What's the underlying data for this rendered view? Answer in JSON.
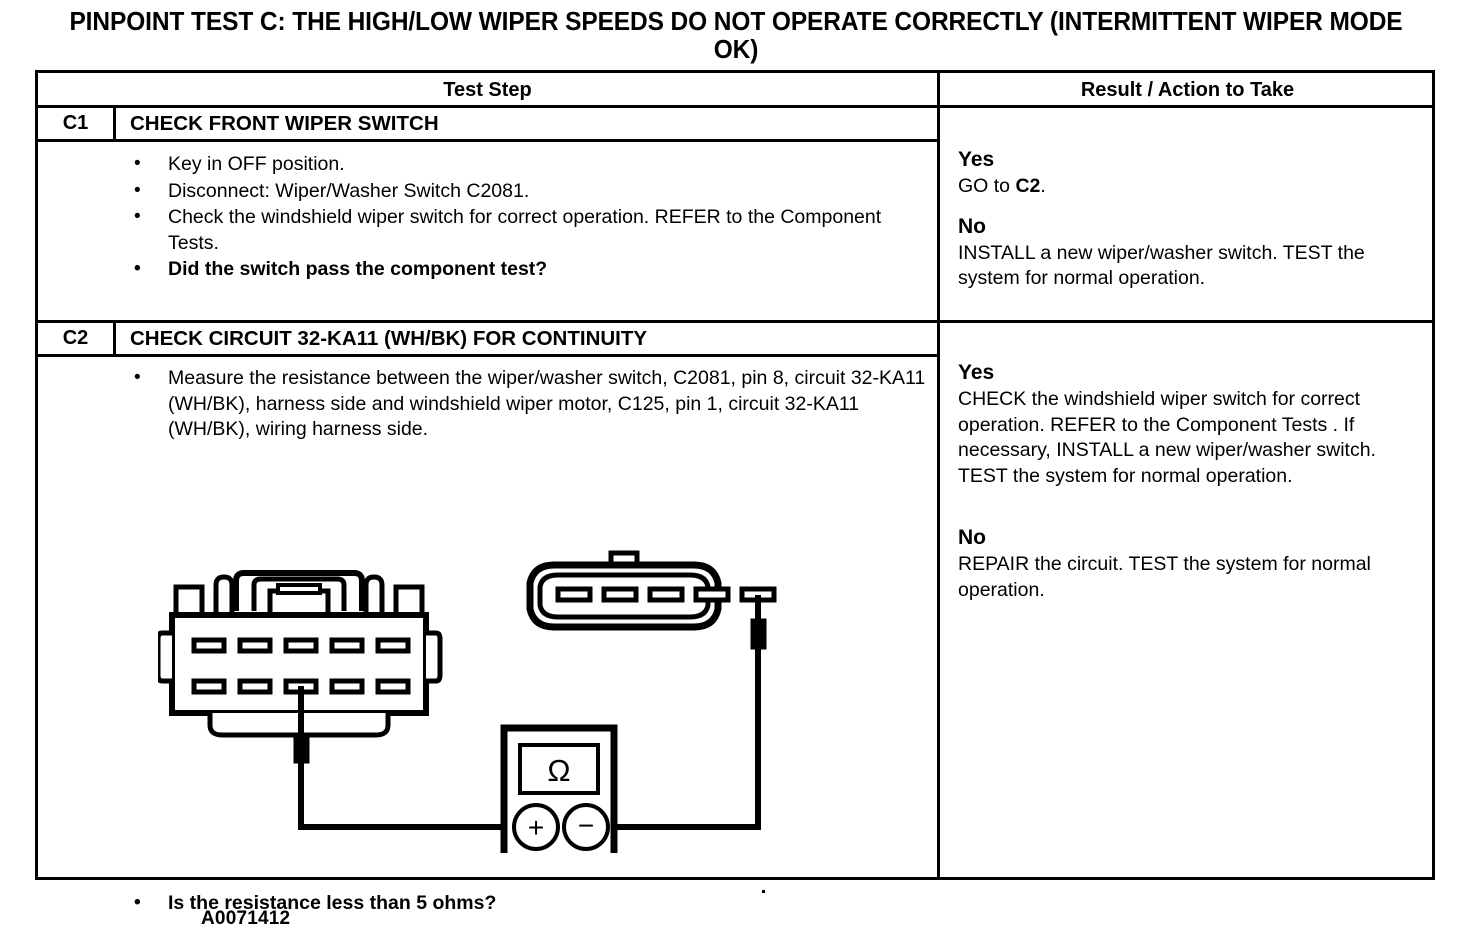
{
  "document": {
    "title": "PINPOINT TEST  C: THE HIGH/LOW WIPER SPEEDS DO NOT OPERATE CORRECTLY (INTERMITTENT WIPER MODE OK)",
    "artwork_label": "A0071412"
  },
  "table": {
    "headers": {
      "test_step": "Test Step",
      "result_action": "Result / Action to Take"
    },
    "rows": [
      {
        "id": "C1",
        "number": "C1",
        "title": "CHECK FRONT WIPER SWITCH",
        "bullets": [
          {
            "text": "Key in OFF position.",
            "bold": false
          },
          {
            "text": "Disconnect: Wiper/Washer Switch C2081.",
            "bold": false
          },
          {
            "text": "Check the windshield wiper switch for correct operation. REFER to the Component Tests.",
            "bold": false
          },
          {
            "text": "Did the switch pass the component test?",
            "bold": true
          }
        ],
        "results": [
          {
            "answer": "Yes",
            "action_pre": "GO to ",
            "action_bold": "C2",
            "action_post": "."
          },
          {
            "answer": "No",
            "action": "INSTALL a new wiper/washer switch. TEST the system for normal operation."
          }
        ]
      },
      {
        "id": "C2",
        "number": "C2",
        "title": "CHECK CIRCUIT 32-KA11 (WH/BK) FOR CONTINUITY",
        "bullets": [
          {
            "text": "Measure the resistance between the wiper/washer switch, C2081, pin 8, circuit 32-KA11 (WH/BK), harness side and windshield wiper motor, C125, pin 1, circuit 32-KA11 (WH/BK), wiring harness side.",
            "bold": false
          }
        ],
        "bullets_after_diagram": [
          {
            "text": "Is the resistance less than 5 ohms?",
            "bold": true
          }
        ],
        "results": [
          {
            "answer": "Yes",
            "action": "CHECK the windshield wiper switch for correct operation. REFER to the Component Tests . If  necessary, INSTALL a new wiper/washer switch. TEST the system for normal operation."
          },
          {
            "answer": "No",
            "action": "REPAIR the circuit. TEST the system for normal operation."
          }
        ]
      }
    ]
  },
  "diagram": {
    "meter_symbol": "Ω",
    "meter_positive": "+",
    "meter_negative": "−",
    "left_connector": {
      "name": "wiper-washer-switch-connector-C2081",
      "pin_rows": 2,
      "pins_per_row": 5,
      "lead_pin_index": 3
    },
    "right_connector": {
      "name": "wiper-motor-connector-C125",
      "pin_rows": 1,
      "pins_per_row": 5,
      "lead_pin_index": 5
    }
  },
  "colors": {
    "ink": "#000000",
    "paper": "#ffffff"
  }
}
